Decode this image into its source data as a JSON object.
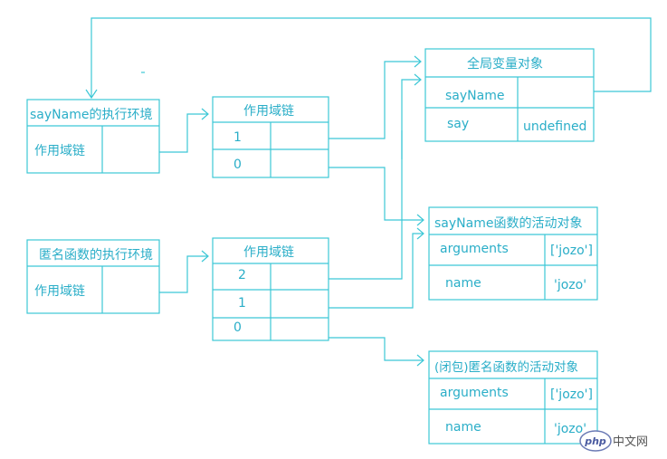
{
  "ctx1": {
    "title": "sayName的执行环境",
    "row": "作用域链"
  },
  "ctx2": {
    "title": "匿名函数的执行环境",
    "row": "作用域链"
  },
  "chain1": {
    "title": "作用域链",
    "rows": [
      "1",
      "0"
    ]
  },
  "chain2": {
    "title": "作用域链",
    "rows": [
      "2",
      "1",
      "0"
    ]
  },
  "global": {
    "title": "全局变量对象",
    "rows": [
      {
        "key": "sayName",
        "value": ""
      },
      {
        "key": "say",
        "value": "undefined"
      }
    ]
  },
  "act1": {
    "title": "sayName函数的活动对象",
    "rows": [
      {
        "key": "arguments",
        "value": "['jozo']"
      },
      {
        "key": "name",
        "value": "'jozo'"
      }
    ]
  },
  "act2": {
    "title": "(闭包)匿名函数的活动对象",
    "rows": [
      {
        "key": "arguments",
        "value": "['jozo']"
      },
      {
        "key": "name",
        "value": "'jozo'"
      }
    ]
  },
  "watermark": {
    "site": "php中文网",
    "logo": "php"
  },
  "colors": {
    "line": "#3cc7d6",
    "text": "#2aaec8"
  }
}
